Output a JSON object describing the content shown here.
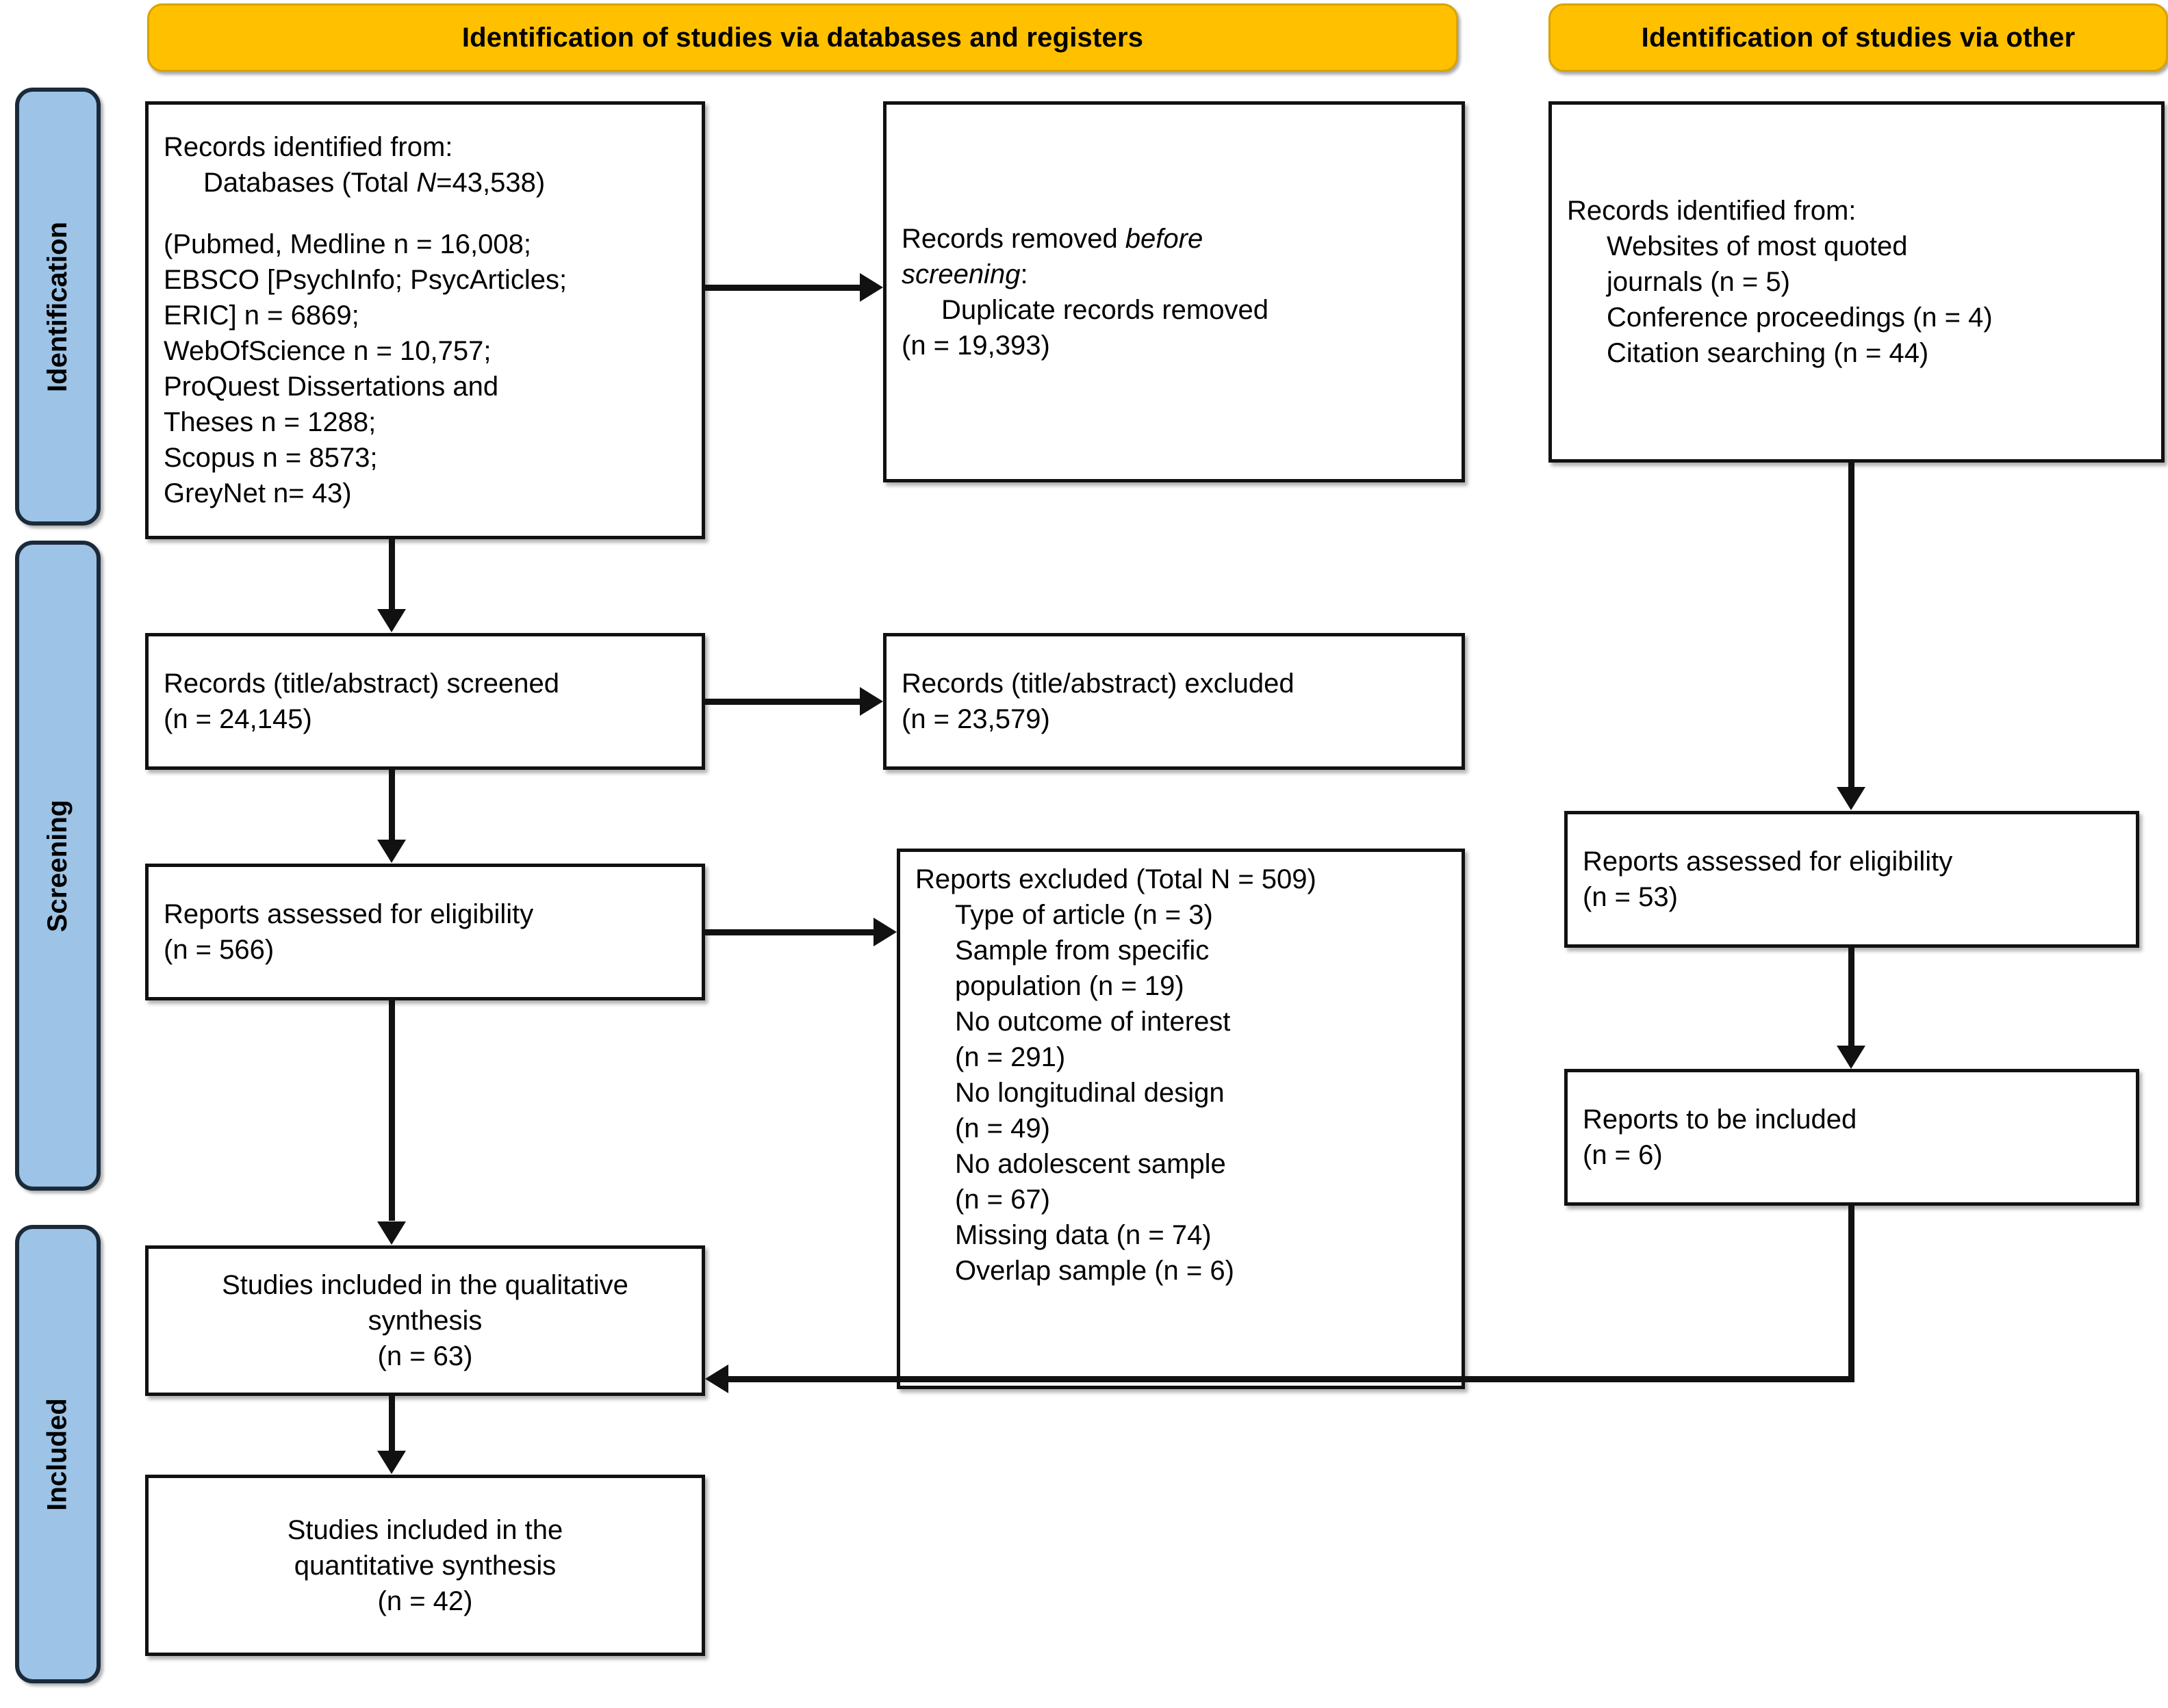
{
  "diagram": {
    "type": "prisma-flow-diagram",
    "banners": [
      {
        "id": "databases",
        "label": "Identification of studies via databases and registers"
      },
      {
        "id": "other",
        "label": "Identification of studies via other"
      }
    ],
    "phases": [
      {
        "id": "identification",
        "label": "Identification"
      },
      {
        "id": "screening",
        "label": "Screening"
      },
      {
        "id": "included",
        "label": "Included"
      }
    ],
    "boxes": {
      "records_identified_databases": {
        "lines": [
          "Records identified from:",
          "Databases (Total N=43,538)",
          "",
          "(Pubmed, Medline n = 16,008;",
          "EBSCO [PsychInfo; PsycArticles;",
          "ERIC] n = 6869;",
          "WebOfScience n = 10,757;",
          "ProQuest Dissertations and",
          "Theses n = 1288;",
          "Scopus n = 8573;",
          "GreyNet n= 43)"
        ],
        "l1": "Records identified from:",
        "l2": "Databases (Total ",
        "l2_italic": "N",
        "l2_end": "=43,538)",
        "l3": "(Pubmed, Medline n = 16,008;",
        "l4": "EBSCO [PsychInfo; PsycArticles;",
        "l5": "ERIC] n = 6869;",
        "l6": "WebOfScience n = 10,757;",
        "l7": "ProQuest Dissertations and",
        "l8": "Theses n = 1288;",
        "l9": "Scopus n = 8573;",
        "l10": "GreyNet n= 43)"
      },
      "records_removed": {
        "l1": "Records removed ",
        "l1_italic": "before",
        "l2_italic": "screening",
        "l2_end": ":",
        "l3": "Duplicate records removed",
        "l4": "(n = 19,393)"
      },
      "records_identified_other": {
        "l1": "Records identified from:",
        "l2": "Websites of most quoted",
        "l3": "journals (n = 5)",
        "l4": "Conference proceedings (n = 4)",
        "l5": "Citation searching (n = 44)"
      },
      "records_screened": {
        "l1": "Records (title/abstract) screened",
        "l2": "(n = 24,145)"
      },
      "records_excluded": {
        "l1": "Records (title/abstract) excluded",
        "l2": "(n = 23,579)"
      },
      "reports_assessed_db": {
        "l1": "Reports assessed for eligibility",
        "l2": "(n = 566)"
      },
      "reports_excluded": {
        "l1": "Reports excluded (Total N = 509)",
        "l2": "Type of article (n = 3)",
        "l3": "Sample from specific",
        "l4": "population (n = 19)",
        "l5": "No outcome of interest",
        "l6": "(n = 291)",
        "l7": "No longitudinal design",
        "l8": "(n = 49)",
        "l9": "No adolescent sample",
        "l10": "(n = 67)",
        "l11": "Missing data (n = 74)",
        "l12": "Overlap sample (n = 6)"
      },
      "reports_assessed_other": {
        "l1": "Reports assessed for eligibility",
        "l2": "(n = 53)"
      },
      "reports_to_be_included": {
        "l1": "Reports to be included",
        "l2": "(n = 6)"
      },
      "qualitative_synthesis": {
        "l1": "Studies included in the qualitative",
        "l2": "synthesis",
        "l3": "(n = 63)"
      },
      "quantitative_synthesis": {
        "l1": "Studies included in the",
        "l2": "quantitative synthesis",
        "l3": "(n = 42)"
      }
    },
    "colors": {
      "banner_fill": "#FFC000",
      "phase_fill": "#9DC3E6",
      "line": "#111111",
      "box_fill": "#FFFFFF"
    }
  }
}
